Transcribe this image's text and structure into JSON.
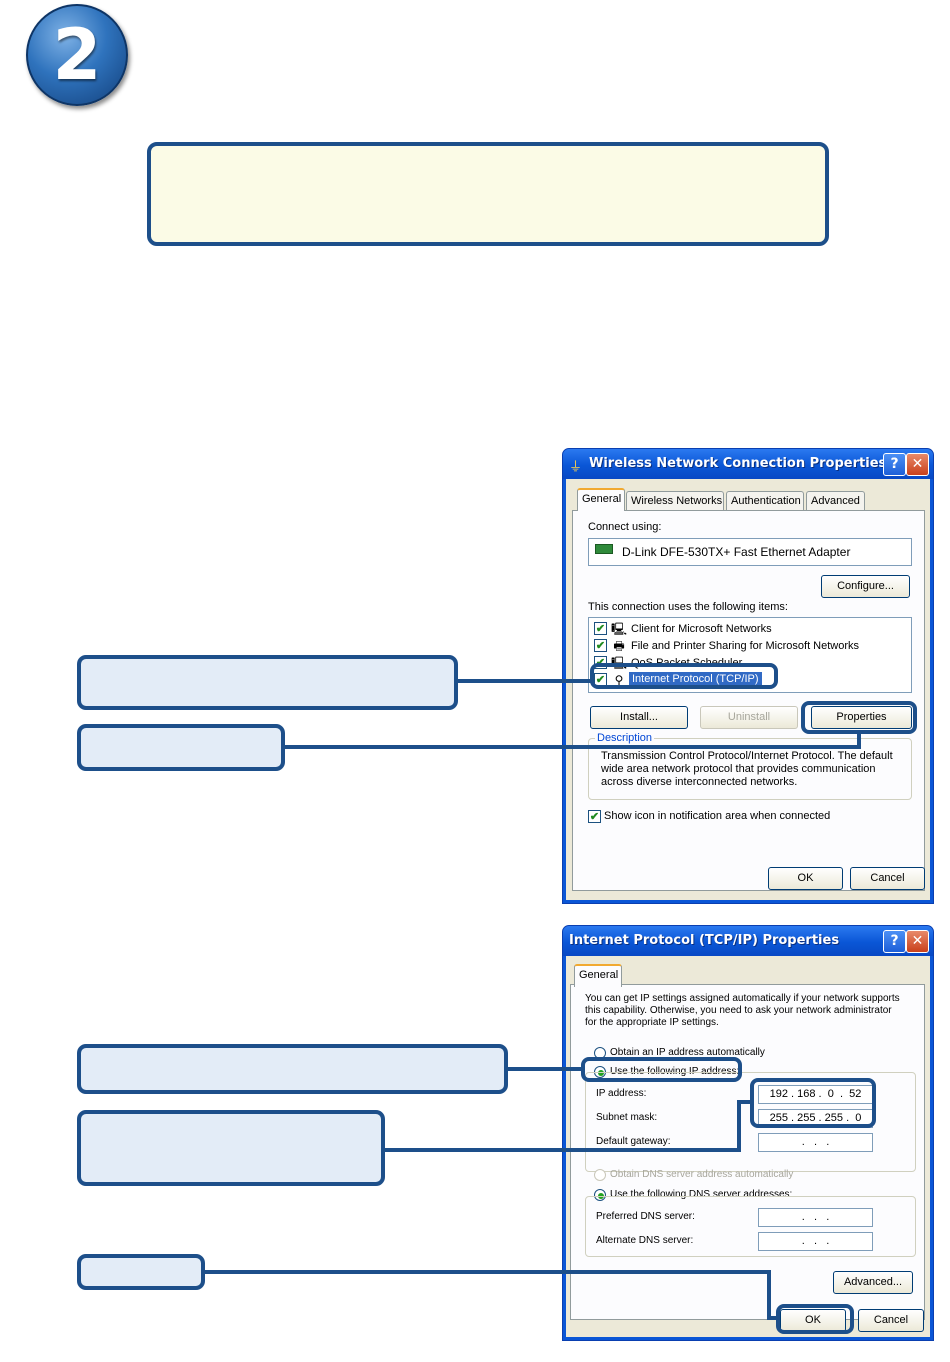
{
  "step": {
    "number": "2"
  },
  "dialog1": {
    "title": "Wireless Network Connection Properties",
    "help_btn": "?",
    "close_btn": "✕",
    "tabs": [
      "General",
      "Wireless Networks",
      "Authentication",
      "Advanced"
    ],
    "connect_using_label": "Connect using:",
    "adapter_name": "D-Link DFE-530TX+ Fast Ethernet Adapter",
    "configure_btn": "Configure...",
    "items_label": "This connection uses the following items:",
    "items": [
      {
        "label": "Client for Microsoft Networks",
        "checked": true,
        "icon": "client-icon"
      },
      {
        "label": "File and Printer Sharing for Microsoft Networks",
        "checked": true,
        "icon": "printer-icon"
      },
      {
        "label": "QoS Packet Scheduler",
        "checked": true,
        "icon": "scheduler-icon"
      },
      {
        "label": "Internet Protocol (TCP/IP)",
        "checked": true,
        "icon": "protocol-icon",
        "selected": true
      }
    ],
    "install_btn": "Install...",
    "uninstall_btn": "Uninstall",
    "properties_btn": "Properties",
    "description_label": "Description",
    "description_text": "Transmission Control Protocol/Internet Protocol. The default wide area network protocol that provides communication across diverse interconnected networks.",
    "show_icon_label": "Show icon in notification area when connected",
    "ok_btn": "OK",
    "cancel_btn": "Cancel"
  },
  "dialog2": {
    "title": "Internet Protocol (TCP/IP) Properties",
    "help_btn": "?",
    "close_btn": "✕",
    "tab": "General",
    "intro": "You can get IP settings assigned automatically if your network supports this capability. Otherwise, you need to ask your network administrator for the appropriate IP settings.",
    "obtain_auto_label": "Obtain an IP address automatically",
    "use_following_label": "Use the following IP address:",
    "ip_label": "IP address:",
    "ip_value": [
      "192",
      "168",
      "0",
      "52"
    ],
    "mask_label": "Subnet mask:",
    "mask_value": [
      "255",
      "255",
      "255",
      "0"
    ],
    "gateway_label": "Default gateway:",
    "empty_ip": " .   .   . ",
    "obtain_dns_label": "Obtain DNS server address automatically",
    "use_dns_label": "Use the following DNS server addresses:",
    "preferred_dns_label": "Preferred DNS server:",
    "alternate_dns_label": "Alternate DNS server:",
    "advanced_btn": "Advanced...",
    "ok_btn": "OK",
    "cancel_btn": "Cancel"
  },
  "colors": {
    "callout_border": "#1d4f8a",
    "callout_fill": "#e3ecf7",
    "note_fill": "#fbfbe6"
  }
}
